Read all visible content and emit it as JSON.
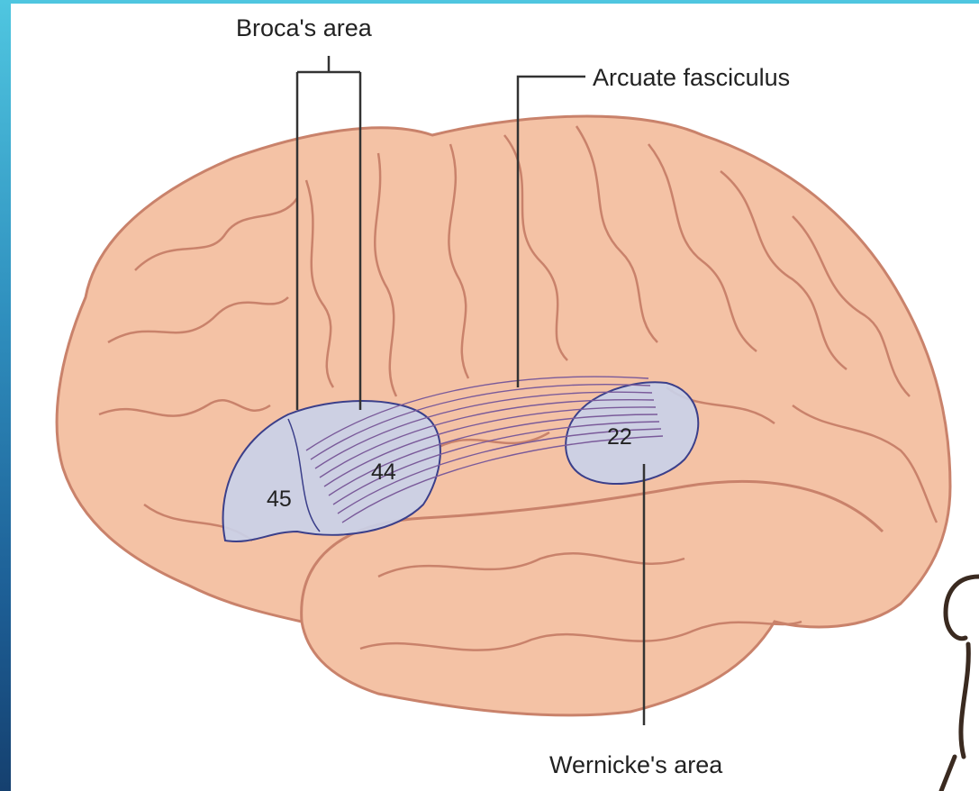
{
  "diagram": {
    "labels": {
      "broca": "Broca's area",
      "arcuate": "Arcuate fasciculus",
      "wernicke": "Wernicke's area"
    },
    "areas": {
      "a45": "45",
      "a44": "44",
      "a22": "22"
    }
  },
  "colors": {
    "background_top": "#4fc6e0",
    "background_bottom": "#15406f",
    "panel": "#ffffff",
    "brain_fill": "#f4c2a5",
    "brain_line": "#c9826b",
    "area_fill": "#c9d1ea",
    "area_stroke": "#3b3f8a",
    "fiber": "#7a5a9a",
    "leader": "#333333"
  },
  "icons": {
    "corner_figure": "sketch-figure-icon"
  }
}
